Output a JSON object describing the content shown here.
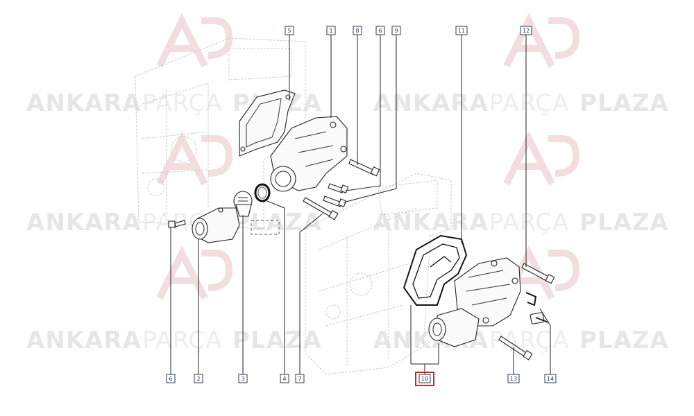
{
  "watermark": {
    "word1": "ANKARA",
    "word2": "PARÇA",
    "word3": "PLAZA"
  },
  "callouts": [
    {
      "id": "c1",
      "label": "1"
    },
    {
      "id": "c2",
      "label": "2"
    },
    {
      "id": "c3",
      "label": "3"
    },
    {
      "id": "c4",
      "label": "4"
    },
    {
      "id": "c5",
      "label": "5"
    },
    {
      "id": "c6",
      "label": "6"
    },
    {
      "id": "c6b",
      "label": "6"
    },
    {
      "id": "c7",
      "label": "7"
    },
    {
      "id": "c8",
      "label": "8"
    },
    {
      "id": "c9",
      "label": "9"
    },
    {
      "id": "c10",
      "label": "10"
    },
    {
      "id": "c11",
      "label": "11"
    },
    {
      "id": "c12",
      "label": "12"
    },
    {
      "id": "c13",
      "label": "13"
    },
    {
      "id": "c14",
      "label": "14"
    }
  ],
  "selected_callout": "10",
  "colors": {
    "highlight": "#d61f26",
    "callout_ink": "#2b3a55",
    "watermark": "#e6e6e6"
  }
}
